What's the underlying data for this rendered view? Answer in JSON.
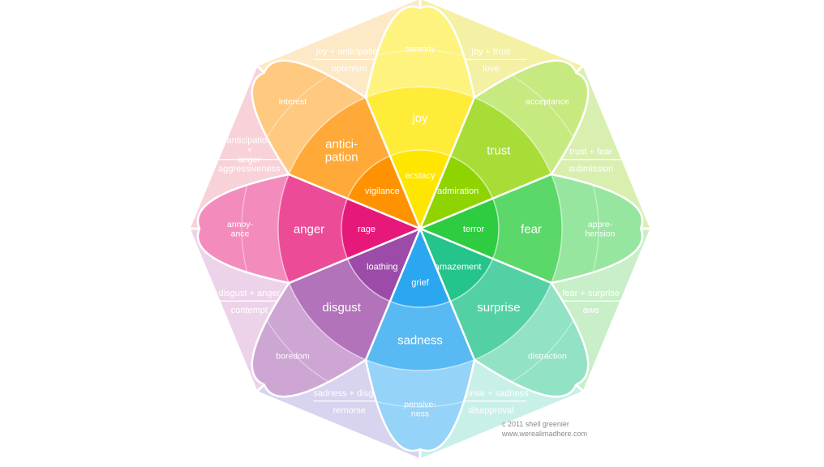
{
  "petals": [
    {
      "id": "joy",
      "color": "#ffe600",
      "outer": "serenity",
      "middle": "joy",
      "inner": "ecstacy"
    },
    {
      "id": "trust",
      "color": "#8fd400",
      "outer": "acceptance",
      "middle": "trust",
      "inner": "admiration"
    },
    {
      "id": "fear",
      "color": "#2ecc40",
      "outer": "appre-\nhension",
      "middle": "fear",
      "inner": "terror"
    },
    {
      "id": "surprise",
      "color": "#24c48a",
      "outer": "distraction",
      "middle": "surprise",
      "inner": "amazement"
    },
    {
      "id": "sadness",
      "color": "#2aa7f0",
      "outer": "pensive-\nness",
      "middle": "sadness",
      "inner": "grief"
    },
    {
      "id": "disgust",
      "color": "#9c4ca8",
      "outer": "boredom",
      "middle": "disgust",
      "inner": "loathing"
    },
    {
      "id": "anger",
      "color": "#e6197a",
      "outer": "annoy-\nance",
      "middle": "anger",
      "inner": "rage"
    },
    {
      "id": "anticipation",
      "color": "#ff9200",
      "outer": "interest",
      "middle": "antici-\npation",
      "inner": "vigilance"
    }
  ],
  "dyads": [
    {
      "id": "love",
      "color": "#f4f1a4",
      "top": "joy + trust",
      "bottom": "love"
    },
    {
      "id": "submission",
      "color": "#d9efb0",
      "top": "trust + fear",
      "bottom": "submission"
    },
    {
      "id": "awe",
      "color": "#c8efc8",
      "top": "fear + surprise",
      "bottom": "awe"
    },
    {
      "id": "disapproval",
      "color": "#c9f0e8",
      "top": "surprise + sadness",
      "bottom": "disapproval"
    },
    {
      "id": "remorse",
      "color": "#d8d3ee",
      "top": "sadness + disgust",
      "bottom": "remorse"
    },
    {
      "id": "contempt",
      "color": "#edd3ea",
      "top": "disgust + anger",
      "bottom": "contempt"
    },
    {
      "id": "aggressiveness",
      "color": "#f8d1d9",
      "top": "anticipation\n+\nanger",
      "bottom": "aggressiveness"
    },
    {
      "id": "optimism",
      "color": "#fde9c6",
      "top": "joy + anticipation",
      "bottom": "optimism"
    }
  ],
  "credit": {
    "line1": "c 2011 shell greenier",
    "line2": "www.werealimadhere.com"
  }
}
